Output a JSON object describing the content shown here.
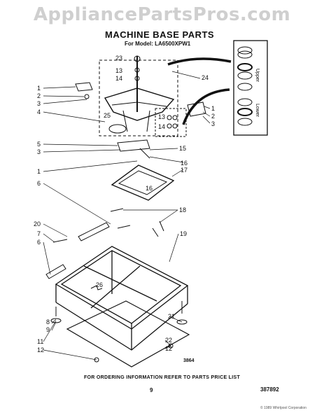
{
  "watermark": "AppliancePartsPros.com",
  "title": "MACHINE BASE PARTS",
  "model": "For Model: LA6500XPW1",
  "figure_code": "3864",
  "footer_note": "FOR ORDERING INFORMATION REFER TO PARTS PRICE LIST",
  "page_number": "9",
  "part_list_number": "387892",
  "copyright": "© 1989 Whirlpool Corporation",
  "inset_labels": {
    "upper": "Upper",
    "lower": "Lower"
  },
  "callouts": {
    "c23": "23",
    "c13a": "13",
    "c14a": "14",
    "c1a": "1",
    "c2a": "2",
    "c3a": "3",
    "c4": "4",
    "c25": "25",
    "c24": "24",
    "c13b": "13",
    "c14b": "14",
    "c1b": "1",
    "c2b": "2",
    "c3b": "3",
    "c5": "5",
    "c3c": "3",
    "c15": "15",
    "c16a": "16",
    "c1c": "1",
    "c17": "17",
    "c6a": "6",
    "c16b": "16",
    "c18": "18",
    "c20": "20",
    "c7": "7",
    "c6b": "6",
    "c19": "19",
    "c26": "26",
    "c8": "8",
    "c9": "9",
    "c11": "11",
    "c21": "21",
    "c22": "22",
    "c12a": "12",
    "c12b": "12"
  }
}
